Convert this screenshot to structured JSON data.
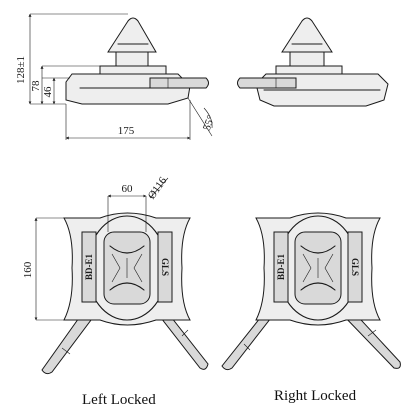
{
  "dimensions": {
    "height_total": "128±1",
    "height_mid": "78",
    "height_low": "46",
    "base_length": "175",
    "angle": "55°",
    "top_width": "60",
    "diameter": "Ø116",
    "plan_length": "160"
  },
  "markings": {
    "left_side": "BD-E1",
    "right_side": "GLS"
  },
  "captions": {
    "left": "Left Locked",
    "right": "Right Locked"
  }
}
